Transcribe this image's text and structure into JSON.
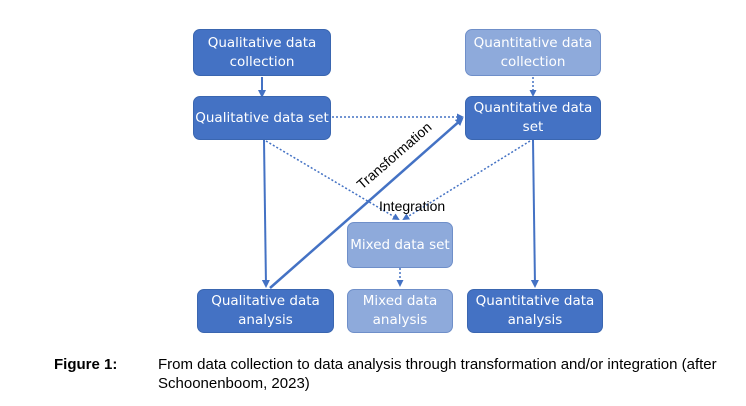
{
  "nodes": {
    "qual_collection": "Qualitative data collection",
    "quant_collection": "Quantitative data collection",
    "qual_set": "Qualitative data set",
    "quant_set": "Quantitative data set",
    "mixed_set": "Mixed data set",
    "qual_analysis": "Qualitative data analysis",
    "mixed_analysis": "Mixed data analysis",
    "quant_analysis": "Quantitative data analysis"
  },
  "edge_labels": {
    "transformation": "Transformation",
    "integration": "Integration"
  },
  "caption": {
    "label": "Figure 1:",
    "text": "From data collection to data analysis through transformation and/or integration (after Schoonenboom, 2023)"
  },
  "colors": {
    "primary": "#4472c4",
    "secondary": "#8eaadb"
  }
}
